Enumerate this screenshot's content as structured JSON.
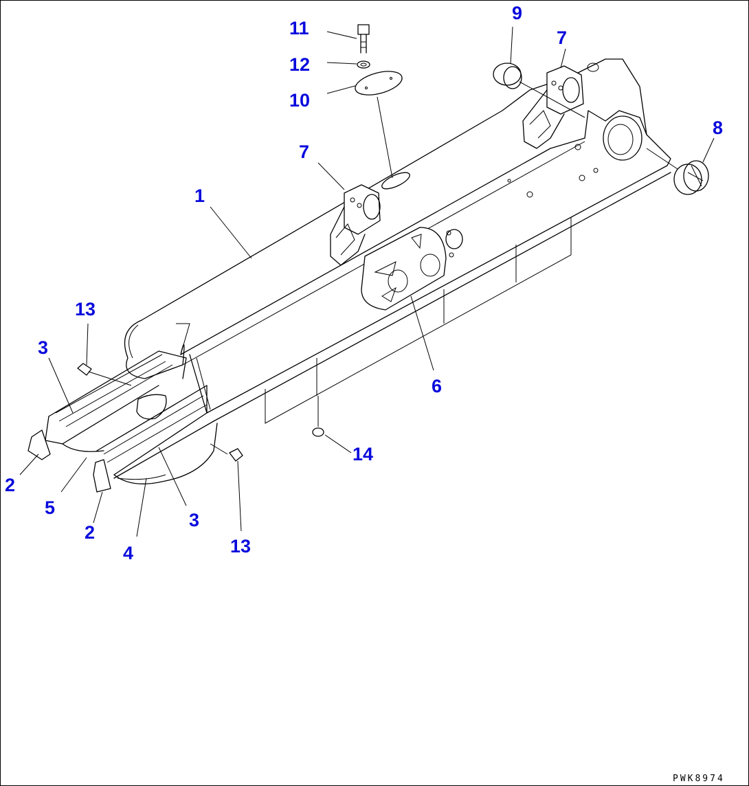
{
  "callouts": {
    "c1": "1",
    "c2a": "2",
    "c2b": "2",
    "c3a": "3",
    "c3b": "3",
    "c4": "4",
    "c5": "5",
    "c6": "6",
    "c7a": "7",
    "c7b": "7",
    "c8": "8",
    "c9": "9",
    "c10": "10",
    "c11": "11",
    "c12": "12",
    "c13a": "13",
    "c13b": "13",
    "c14": "14"
  },
  "drawing_code": "PWK8974",
  "colors": {
    "callout": "#0a0adc",
    "line": "#000000"
  }
}
